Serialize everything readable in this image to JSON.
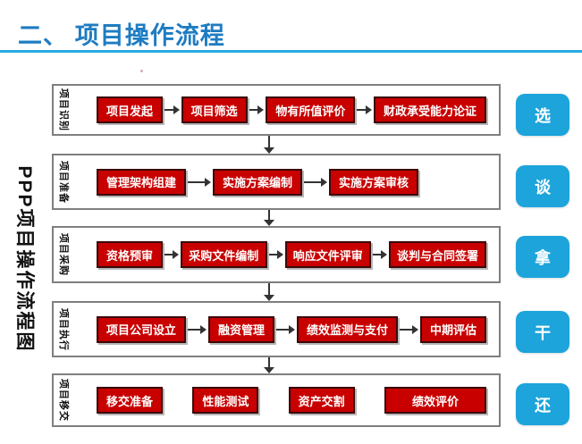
{
  "slide": {
    "title": "二、 项目操作流程",
    "side_label": "PPP项目操作流程图"
  },
  "colors": {
    "title_blue": "#1E7CC2",
    "rule_cyan": "#29ABE2",
    "process_box_red": "#C80000",
    "stage_tag_cyan": "#1CA4DB",
    "row_border_gray": "#7F7F7F"
  },
  "rows": [
    {
      "label": "项目识别",
      "tag": "选",
      "boxes": [
        "项目发起",
        "项目筛选",
        "物有所值评价",
        "财政承受能力论证"
      ]
    },
    {
      "label": "项目准备",
      "tag": "谈",
      "boxes": [
        "管理架构组建",
        "实施方案编制",
        "实施方案审核"
      ]
    },
    {
      "label": "项目采购",
      "tag": "拿",
      "boxes": [
        "资格预审",
        "采购文件编制",
        "响应文件评审",
        "谈判与合同签署"
      ]
    },
    {
      "label": "项目执行",
      "tag": "干",
      "boxes": [
        "项目公司设立",
        "融资管理",
        "绩效监测与支付",
        "中期评估"
      ]
    },
    {
      "label": "项目移交",
      "tag": "还",
      "boxes": [
        "移交准备",
        "性能测试",
        "资产交割",
        "绩效评价"
      ]
    }
  ]
}
